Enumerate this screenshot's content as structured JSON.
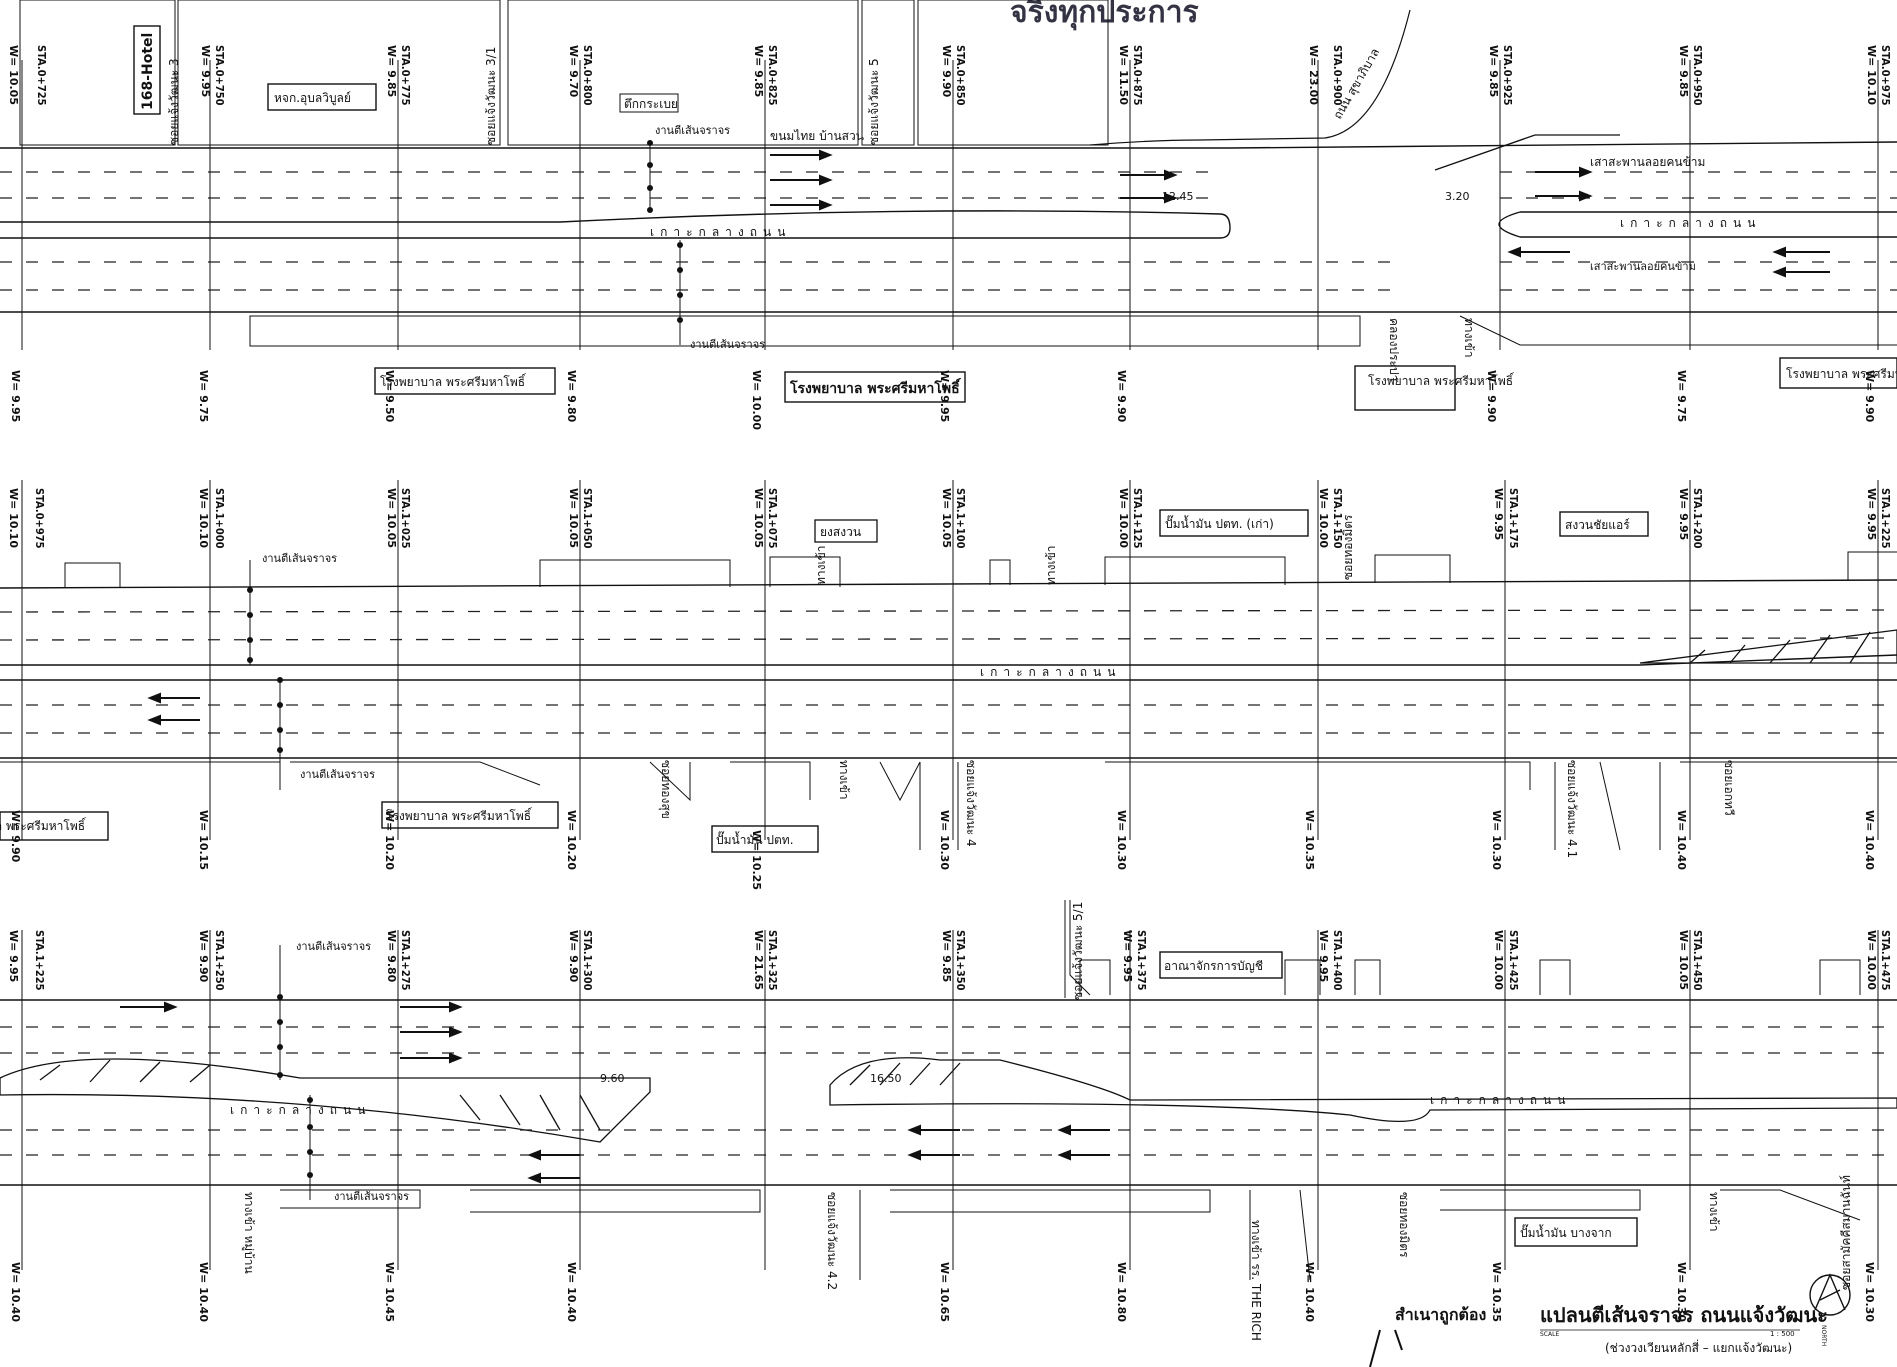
{
  "strips": [
    {
      "id": "strip-1",
      "stations": [
        {
          "sta": "STA.0+725",
          "w_top": "W= 10.05",
          "w_bot": "W= 9.95"
        },
        {
          "sta": "STA.0+750",
          "w_top": "W= 9.95",
          "w_bot": "W= 9.75"
        },
        {
          "sta": "STA.0+775",
          "w_top": "W= 9.85",
          "w_bot": "W= 9.50"
        },
        {
          "sta": "STA.0+800",
          "w_top": "W= 9.70",
          "w_bot": "W= 9.80"
        },
        {
          "sta": "STA.0+825",
          "w_top": "W= 9.85",
          "w_bot": "W= 10.00"
        },
        {
          "sta": "STA.0+850",
          "w_top": "W= 9.90",
          "w_bot": "W= 9.95"
        },
        {
          "sta": "STA.0+875",
          "w_top": "W= 11.50",
          "w_bot": "W= 9.90"
        },
        {
          "sta": "STA.0+900",
          "w_top": "W= 23.00",
          "w_bot": ""
        },
        {
          "sta": "STA.0+925",
          "w_top": "W= 9.85",
          "w_bot": "W= 9.90"
        },
        {
          "sta": "STA.0+950",
          "w_top": "W= 9.85",
          "w_bot": "W= 9.75"
        },
        {
          "sta": "STA.0+975",
          "w_top": "W= 10.10",
          "w_bot": "W= 9.90"
        }
      ],
      "labels_top": [
        "168-Hotel",
        "ซอยแจ้งวัฒนะ 3",
        "หจก.อุบลวิบูลย์",
        "ซอยแจ้งวัฒนะ 3/1",
        "ตึกกระเบย",
        "ขนมไทย บ้านสวน",
        "ซอยแจ้งวัฒนะ 5",
        "ถนน สุขาภิบาล",
        "เสาสะพานลอยคนข้าม"
      ],
      "labels_bot": [
        "โรงพยาบาล พระศรีมหาโพธิ์",
        "โรงพยาบาล พระศรีมหาโพธิ์",
        "คลองประปา",
        "โรงพยาบาล พระศรีมหาโพธิ์",
        "ทางเข้า",
        "โรงพยาบาล พระศรีมหาโพธิ์"
      ],
      "median_text": "เกาะกลางถนน",
      "annot": [
        "งานตีเส้นจราจร",
        "งานตีเส้นจราจร",
        "12.45",
        "3.20",
        "เสาสะพานลอยคนข้าม"
      ]
    },
    {
      "id": "strip-2",
      "stations": [
        {
          "sta": "STA.0+975",
          "w_top": "W= 10.10",
          "w_bot": "W= 9.90"
        },
        {
          "sta": "STA.1+000",
          "w_top": "W= 10.10",
          "w_bot": "W= 10.15"
        },
        {
          "sta": "STA.1+025",
          "w_top": "W= 10.05",
          "w_bot": "W= 10.20"
        },
        {
          "sta": "STA.1+050",
          "w_top": "W= 10.05",
          "w_bot": "W= 10.20"
        },
        {
          "sta": "STA.1+075",
          "w_top": "W= 10.05",
          "w_bot": "W= 10.25"
        },
        {
          "sta": "STA.1+100",
          "w_top": "W= 10.05",
          "w_bot": "W= 10.30"
        },
        {
          "sta": "STA.1+125",
          "w_top": "W= 10.00",
          "w_bot": "W= 10.30"
        },
        {
          "sta": "STA.1+150",
          "w_top": "W= 10.00",
          "w_bot": "W= 10.35"
        },
        {
          "sta": "STA.1+175",
          "w_top": "W= 9.95",
          "w_bot": "W= 10.30"
        },
        {
          "sta": "STA.1+200",
          "w_top": "W= 9.95",
          "w_bot": "W= 10.40"
        },
        {
          "sta": "STA.1+225",
          "w_top": "W= 9.95",
          "w_bot": "W= 10.40"
        }
      ],
      "labels_top": [
        "ยงสงวน",
        "ปั๊มน้ำมัน ปตท. (เก่า)",
        "สงวนชัยแอร์",
        "ทางเข้า",
        "ทางเข้า",
        "ซอยทองมิตร"
      ],
      "labels_bot": [
        "โรงพยาบาล พระศรีมหาโพธิ์",
        "โรงพยาบาล พระศรีมหาโพธิ์",
        "ปั๊มน้ำมัน ปตท.",
        "ซอยทองสุข",
        "ทางเข้า",
        "ซอยแจ้งวัฒนะ 4",
        "ซอยแจ้งวัฒนะ 4.1",
        "ซอยเอกทวี"
      ],
      "median_text": "เกาะกลางถนน",
      "annot": [
        "งานตีเส้นจราจร",
        "งานตีเส้นจราจร"
      ]
    },
    {
      "id": "strip-3",
      "stations": [
        {
          "sta": "STA.1+225",
          "w_top": "W= 9.95",
          "w_bot": "W= 10.40"
        },
        {
          "sta": "STA.1+250",
          "w_top": "W= 9.90",
          "w_bot": "W= 10.40"
        },
        {
          "sta": "STA.1+275",
          "w_top": "W= 9.80",
          "w_bot": "W= 10.45"
        },
        {
          "sta": "STA.1+300",
          "w_top": "W= 9.90",
          "w_bot": "W= 10.40"
        },
        {
          "sta": "STA.1+325",
          "w_top": "W= 21.65",
          "w_bot": ""
        },
        {
          "sta": "STA.1+350",
          "w_top": "W= 9.85",
          "w_bot": "W= 10.65"
        },
        {
          "sta": "STA.1+375",
          "w_top": "W= 9.95",
          "w_bot": "W= 10.80"
        },
        {
          "sta": "STA.1+400",
          "w_top": "W= 9.95",
          "w_bot": "W= 10.40"
        },
        {
          "sta": "STA.1+425",
          "w_top": "W= 10.00",
          "w_bot": "W= 10.35"
        },
        {
          "sta": "STA.1+450",
          "w_top": "W= 10.05",
          "w_bot": "W= 10.30"
        },
        {
          "sta": "STA.1+475",
          "w_top": "W= 10.00",
          "w_bot": "W= 10.30"
        }
      ],
      "labels_top": [
        "ซอยแจ้งวัฒนะ 5/1",
        "อาณาจักรการบัญชี"
      ],
      "labels_bot": [
        "ทางเข้า หมู่บ้าน",
        "ซอยแจ้งวัฒนะ 4.2",
        "ทางเข้า รร. THE RICH",
        "ซอยทองมิตร",
        "ปั๊มน้ำมัน บางจาก",
        "ทางเข้า",
        "ซอยสามัคคีสมานฉันท์"
      ],
      "median_text": "เกาะกลางถนน",
      "annot": [
        "งานตีเส้นจราจร",
        "งานตีเส้นจราจร",
        "9.60",
        "16.50"
      ]
    }
  ],
  "header_stamp": "จริงทุกประการ",
  "footer": {
    "certify": "สำเนาถูกต้อง",
    "title": "แปลนตีเส้นจราจร ถนนแจ้งวัฒนะ",
    "scale_label": "SCALE",
    "scale_value": "1 : 500",
    "subtitle": "(ช่วงวงเวียนหลักสี่ – แยกแจ้งวัฒนะ)",
    "north": "NORTH"
  }
}
